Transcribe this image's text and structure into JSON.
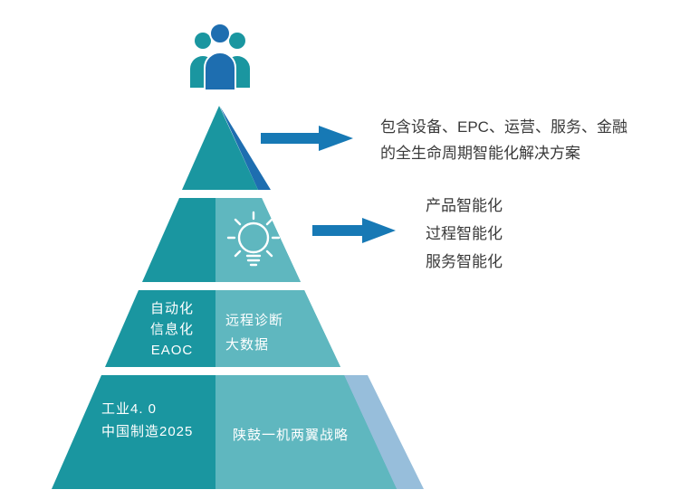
{
  "diagram": {
    "annotation_top": {
      "line1": "包含设备、EPC、运营、服务、金融",
      "line2": "的全生命周期智能化解决方案"
    },
    "annotation_mid": {
      "line1": "产品智能化",
      "line2": "过程智能化",
      "line3": "服务智能化"
    },
    "pyramid": {
      "tier3_left": {
        "line1": "自动化",
        "line2": "信息化",
        "line3": "EAOC"
      },
      "tier3_right": {
        "line1": "远程诊断",
        "line2": "大数据"
      },
      "tier4_left": {
        "line1": "工业4. 0",
        "line2": "中国制造2025"
      },
      "tier4_right": {
        "line1": "陕鼓一机两翼战略"
      }
    }
  },
  "icons": {
    "people": "people-group-icon",
    "lightbulb": "lightbulb-icon",
    "arrow_top": "arrow-right-icon",
    "arrow_mid": "arrow-right-icon"
  },
  "colors": {
    "teal_dark": "#1a96a0",
    "teal_light": "#5fb7bf",
    "blue_dark": "#1e6eb0",
    "blue_light": "#97bedb",
    "arrow": "#1779b5",
    "text": "#3a3a3a",
    "white_text": "#ffffff"
  }
}
